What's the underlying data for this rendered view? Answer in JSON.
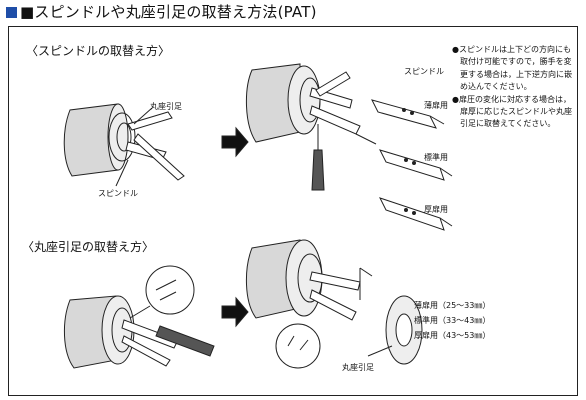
{
  "title": "■スピンドルや丸座引足の取替え方法(PAT)",
  "sections": {
    "spindle": "〈スピンドルの取替え方〉",
    "foot": "〈丸座引足の取替え方〉"
  },
  "labels": {
    "marukaza_hikiashi_1": "丸座引足",
    "spindle_1": "スピンドル",
    "spindle_2": "スピンドル",
    "thin_door": "薄扉用",
    "standard_door": "標準用",
    "thick_door": "厚扉用",
    "marukaza_hikiashi_2": "丸座引足"
  },
  "notes": [
    "●スピンドルは上下どの方向にも取付け可能ですので，勝手を変更する場合は，上下逆方向に嵌め込んでください。",
    "●扉圧の変化に対応する場合は，扉厚に応じたスピンドルや丸座引足に取替えてください。"
  ],
  "sizes": [
    "薄扉用（25〜33㎜）",
    "標準用（33〜43㎜）",
    "厚扉用（43〜53㎜）"
  ],
  "colors": {
    "accent": "#1f4ea8",
    "line": "#222222",
    "fill_gray": "#d8d8d8",
    "fill_dark": "#555555"
  }
}
